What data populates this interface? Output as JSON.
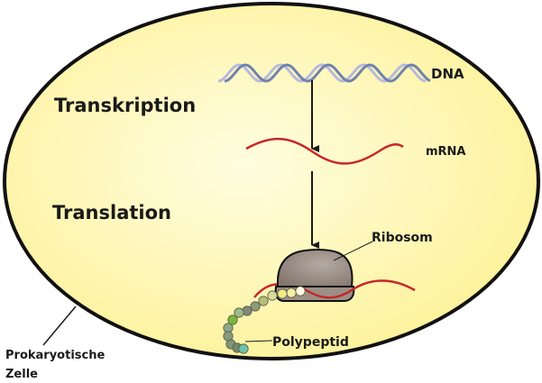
{
  "diagram": {
    "title_labels": {
      "transcription": "Transkription",
      "translation": "Translation"
    },
    "labels": {
      "dna": "DNA",
      "mrna": "mRNA",
      "ribosome": "Ribosom",
      "polypeptide": "Polypeptid",
      "cell_line1": "Prokaryotische",
      "cell_line2": "Zelle"
    },
    "colors": {
      "cell_fill_center": "#fffde0",
      "cell_fill_edge": "#fdf29a",
      "cell_outline": "#111111",
      "dna_strand_dark": "#6f83ad",
      "dna_strand_light": "#b9b9dc",
      "mrna": "#c8262b",
      "ribosome": "#9c8f86",
      "arrow": "#1a1a1a"
    },
    "polypeptide_beads": [
      "#fffbe0",
      "#f7f0a0",
      "#f2ec86",
      "#d8dc98",
      "#b8bd78",
      "#8f9a7a",
      "#808a76",
      "#9eb98a",
      "#78b83c",
      "#8aa888",
      "#8a9a7e",
      "#7e9673",
      "#72886a",
      "#6bc2a8"
    ]
  }
}
